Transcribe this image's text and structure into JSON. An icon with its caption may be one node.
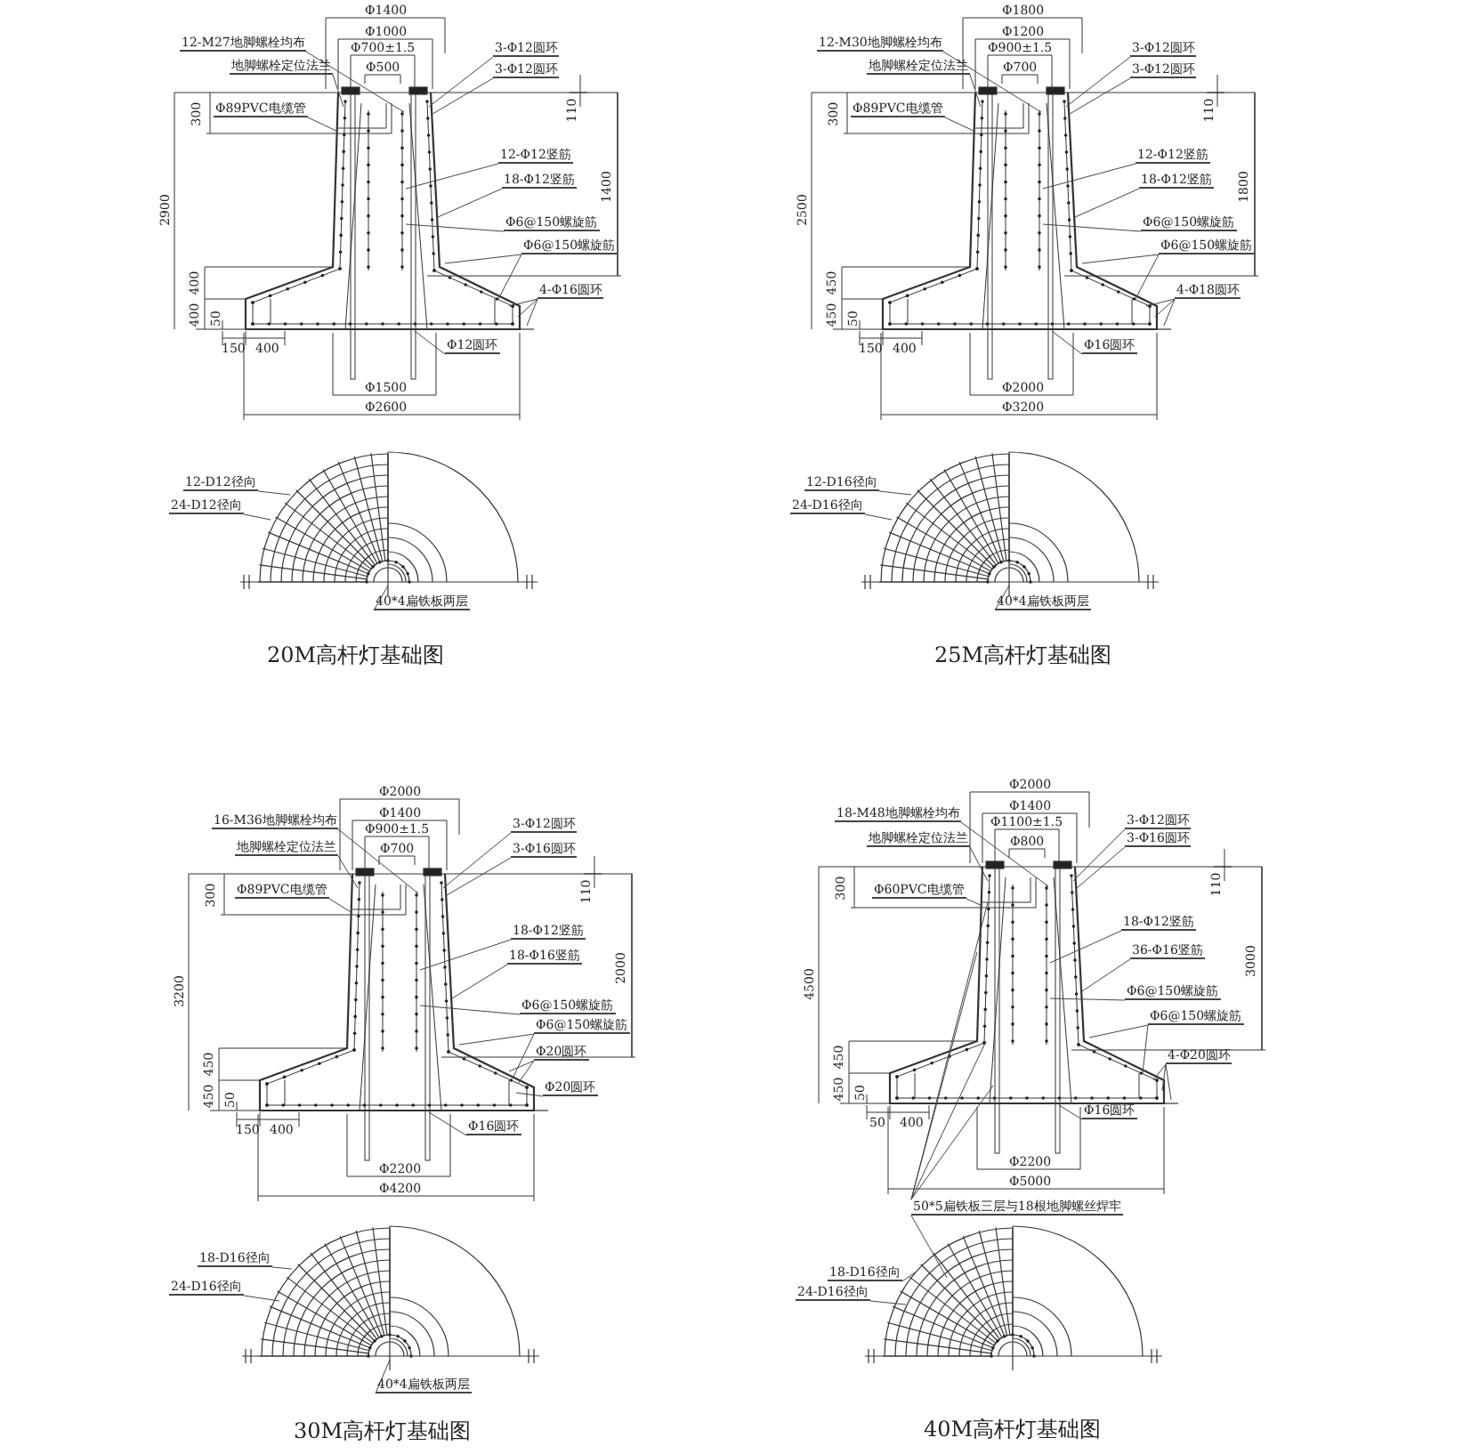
{
  "diagram": {
    "nodes": [
      {
        "text": [
          "12-M27地脚螺栓均布"
        ]
      },
      {
        "text": [
          "地脚螺栓定位法兰"
        ]
      },
      {
        "text": [
          "Φ89PVC电缆管"
        ]
      },
      {
        "text": [
          "3-Φ12圆环"
        ]
      },
      {
        "text": [
          "3-Φ12圆环"
        ]
      },
      {
        "text": [
          "12-Φ12竖筋"
        ]
      },
      {
        "text": [
          "18-Φ12竖筋"
        ]
      },
      {
        "text": [
          "Φ6@150螺旋筋"
        ]
      },
      {
        "text": [
          "Φ6@150螺旋筋"
        ]
      },
      {
        "text": [
          "4-Φ16圆环"
        ]
      },
      {
        "text": [
          "Φ12圆环"
        ]
      },
      {
        "text": [
          "12-D12径向"
        ]
      },
      {
        "text": [
          "24-D12径向"
        ]
      },
      {
        "text": [
          "40*4扁铁板两层"
        ]
      },
      {
        "text": [
          "12-M30地脚螺栓均布"
        ]
      },
      {
        "text": [
          "地脚螺栓定位法兰"
        ]
      },
      {
        "text": [
          "Φ89PVC电缆管"
        ]
      },
      {
        "text": [
          "3-Φ12圆环"
        ]
      },
      {
        "text": [
          "3-Φ12圆环"
        ]
      },
      {
        "text": [
          "12-Φ12竖筋"
        ]
      },
      {
        "text": [
          "18-Φ12竖筋"
        ]
      },
      {
        "text": [
          "Φ6@150螺旋筋"
        ]
      },
      {
        "text": [
          "Φ6@150螺旋筋"
        ]
      },
      {
        "text": [
          "4-Φ18圆环"
        ]
      },
      {
        "text": [
          "Φ16圆环"
        ]
      },
      {
        "text": [
          "12-D16径向"
        ]
      },
      {
        "text": [
          "24-D16径向"
        ]
      },
      {
        "text": [
          "40*4扁铁板两层"
        ]
      },
      {
        "text": [
          "16-M36地脚螺栓均布"
        ]
      },
      {
        "text": [
          "地脚螺栓定位法兰"
        ]
      },
      {
        "text": [
          "Φ89PVC电缆管"
        ]
      },
      {
        "text": [
          "3-Φ12圆环"
        ]
      },
      {
        "text": [
          "3-Φ16圆环"
        ]
      },
      {
        "text": [
          "18-Φ12竖筋"
        ]
      },
      {
        "text": [
          "18-Φ16竖筋"
        ]
      },
      {
        "text": [
          "Φ6@150螺旋筋"
        ]
      },
      {
        "text": [
          "Φ6@150螺旋筋"
        ]
      },
      {
        "text": [
          "Φ20圆环"
        ]
      },
      {
        "text": [
          "Φ20圆环"
        ]
      },
      {
        "text": [
          "Φ16圆环"
        ]
      },
      {
        "text": [
          "18-D16径向"
        ]
      },
      {
        "text": [
          "24-D16径向"
        ]
      },
      {
        "text": [
          "40*4扁铁板两层"
        ]
      },
      {
        "text": [
          "18-M48地脚螺栓均布"
        ]
      },
      {
        "text": [
          "地脚螺栓定位法兰"
        ]
      },
      {
        "text": [
          "Φ60PVC电缆管"
        ]
      },
      {
        "text": [
          "3-Φ12圆环"
        ]
      },
      {
        "text": [
          "3-Φ16圆环"
        ]
      },
      {
        "text": [
          "18-Φ12竖筋"
        ]
      },
      {
        "text": [
          "36-Φ16竖筋"
        ]
      },
      {
        "text": [
          "Φ6@150螺旋筋"
        ]
      },
      {
        "text": [
          "Φ6@150螺旋筋"
        ]
      },
      {
        "text": [
          "4-Φ20圆环"
        ]
      },
      {
        "text": [
          "Φ16圆环"
        ]
      },
      {
        "text": [
          "50*5扁铁板三层与18根地脚螺丝焊牢"
        ]
      },
      {
        "text": [
          "18-D16径向"
        ]
      },
      {
        "text": [
          "24-D16径向"
        ]
      }
    ],
    "edges": [
      {
        "from": 0,
        "to": null,
        "arrow": "none"
      },
      {
        "from": 1,
        "to": null,
        "arrow": "none"
      },
      {
        "from": 2,
        "to": null,
        "arrow": "none"
      },
      {
        "from": 3,
        "to": null,
        "arrow": "none"
      },
      {
        "from": 4,
        "to": null,
        "arrow": "none"
      },
      {
        "from": 5,
        "to": null,
        "arrow": "none"
      },
      {
        "from": 6,
        "to": null,
        "arrow": "none"
      },
      {
        "from": 7,
        "to": null,
        "arrow": "none"
      },
      {
        "from": 8,
        "to": null,
        "arrow": "none"
      },
      {
        "from": 8,
        "to": null,
        "arrow": "none"
      },
      {
        "from": 9,
        "to": null,
        "arrow": "none"
      },
      {
        "from": 9,
        "to": null,
        "arrow": "none"
      },
      {
        "from": 9,
        "to": null,
        "arrow": "none"
      },
      {
        "from": 10,
        "to": null,
        "arrow": "none"
      },
      {
        "from": 11,
        "to": null,
        "arrow": "none"
      },
      {
        "from": 12,
        "to": null,
        "arrow": "none"
      },
      {
        "from": 13,
        "to": null,
        "arrow": "none"
      },
      {
        "from": 14,
        "to": null,
        "arrow": "none"
      },
      {
        "from": 15,
        "to": null,
        "arrow": "none"
      },
      {
        "from": 16,
        "to": null,
        "arrow": "none"
      },
      {
        "from": 17,
        "to": null,
        "arrow": "none"
      },
      {
        "from": 18,
        "to": null,
        "arrow": "none"
      },
      {
        "from": 19,
        "to": null,
        "arrow": "none"
      },
      {
        "from": 20,
        "to": null,
        "arrow": "none"
      },
      {
        "from": 21,
        "to": null,
        "arrow": "none"
      },
      {
        "from": 22,
        "to": null,
        "arrow": "none"
      },
      {
        "from": 22,
        "to": null,
        "arrow": "none"
      },
      {
        "from": 23,
        "to": null,
        "arrow": "none"
      },
      {
        "from": 23,
        "to": null,
        "arrow": "none"
      },
      {
        "from": 23,
        "to": null,
        "arrow": "none"
      },
      {
        "from": 24,
        "to": null,
        "arrow": "none"
      },
      {
        "from": 25,
        "to": null,
        "arrow": "none"
      },
      {
        "from": 26,
        "to": null,
        "arrow": "none"
      },
      {
        "from": 27,
        "to": null,
        "arrow": "none"
      },
      {
        "from": 28,
        "to": null,
        "arrow": "none"
      },
      {
        "from": 29,
        "to": null,
        "arrow": "none"
      },
      {
        "from": 30,
        "to": null,
        "arrow": "none"
      },
      {
        "from": 31,
        "to": null,
        "arrow": "none"
      },
      {
        "from": 32,
        "to": null,
        "arrow": "none"
      },
      {
        "from": 33,
        "to": null,
        "arrow": "none"
      },
      {
        "from": 34,
        "to": null,
        "arrow": "none"
      },
      {
        "from": 35,
        "to": null,
        "arrow": "none"
      },
      {
        "from": 36,
        "to": null,
        "arrow": "none"
      },
      {
        "from": 36,
        "to": null,
        "arrow": "none"
      },
      {
        "from": 37,
        "to": null,
        "arrow": "none"
      },
      {
        "from": 37,
        "to": null,
        "arrow": "none"
      },
      {
        "from": 38,
        "to": null,
        "arrow": "none"
      },
      {
        "from": 39,
        "to": null,
        "arrow": "none"
      },
      {
        "from": 40,
        "to": null,
        "arrow": "none"
      },
      {
        "from": 41,
        "to": null,
        "arrow": "none"
      },
      {
        "from": 42,
        "to": null,
        "arrow": "none"
      },
      {
        "from": 43,
        "to": null,
        "arrow": "none"
      },
      {
        "from": 44,
        "to": null,
        "arrow": "none"
      },
      {
        "from": 45,
        "to": null,
        "arrow": "none"
      },
      {
        "from": 46,
        "to": null,
        "arrow": "none"
      },
      {
        "from": 47,
        "to": null,
        "arrow": "none"
      },
      {
        "from": 48,
        "to": null,
        "arrow": "none"
      },
      {
        "from": 49,
        "to": null,
        "arrow": "none"
      },
      {
        "from": 50,
        "to": null,
        "arrow": "none"
      },
      {
        "from": 51,
        "to": null,
        "arrow": "none"
      },
      {
        "from": 51,
        "to": null,
        "arrow": "none"
      },
      {
        "from": 52,
        "to": null,
        "arrow": "none"
      },
      {
        "from": 52,
        "to": null,
        "arrow": "none"
      },
      {
        "from": 52,
        "to": null,
        "arrow": "none"
      },
      {
        "from": 53,
        "to": null,
        "arrow": "none"
      },
      {
        "from": 54,
        "to": null,
        "arrow": "none"
      },
      {
        "from": 54,
        "to": null,
        "arrow": "none"
      },
      {
        "from": 54,
        "to": null,
        "arrow": "none"
      },
      {
        "from": 54,
        "to": null,
        "arrow": "none"
      },
      {
        "from": 54,
        "to": null,
        "arrow": "none"
      },
      {
        "from": 55,
        "to": null,
        "arrow": "none"
      },
      {
        "from": 56,
        "to": null,
        "arrow": "none"
      }
    ],
    "labels": [
      "Φ1400",
      "Φ1000",
      "Φ700±1.5",
      "Φ500",
      "300",
      "2900",
      "110",
      "1400",
      "400",
      "400",
      "50",
      "150",
      "400",
      "Φ1500",
      "Φ2600",
      "20M高杆灯基础图",
      "Φ1800",
      "Φ1200",
      "Φ900±1.5",
      "Φ700",
      "300",
      "2500",
      "110",
      "1800",
      "450",
      "450",
      "50",
      "150",
      "400",
      "Φ2000",
      "Φ3200",
      "25M高杆灯基础图",
      "Φ2000",
      "Φ1400",
      "Φ900±1.5",
      "Φ700",
      "300",
      "3200",
      "110",
      "2000",
      "450",
      "450",
      "50",
      "150",
      "400",
      "Φ2200",
      "Φ4200",
      "30M高杆灯基础图",
      "Φ2000",
      "Φ1400",
      "Φ1100±1.5",
      "Φ800",
      "300",
      "4500",
      "110",
      "3000",
      "450",
      "450",
      "50",
      "50",
      "400",
      "Φ2200",
      "Φ5000",
      "40M高杆灯基础图"
    ]
  }
}
